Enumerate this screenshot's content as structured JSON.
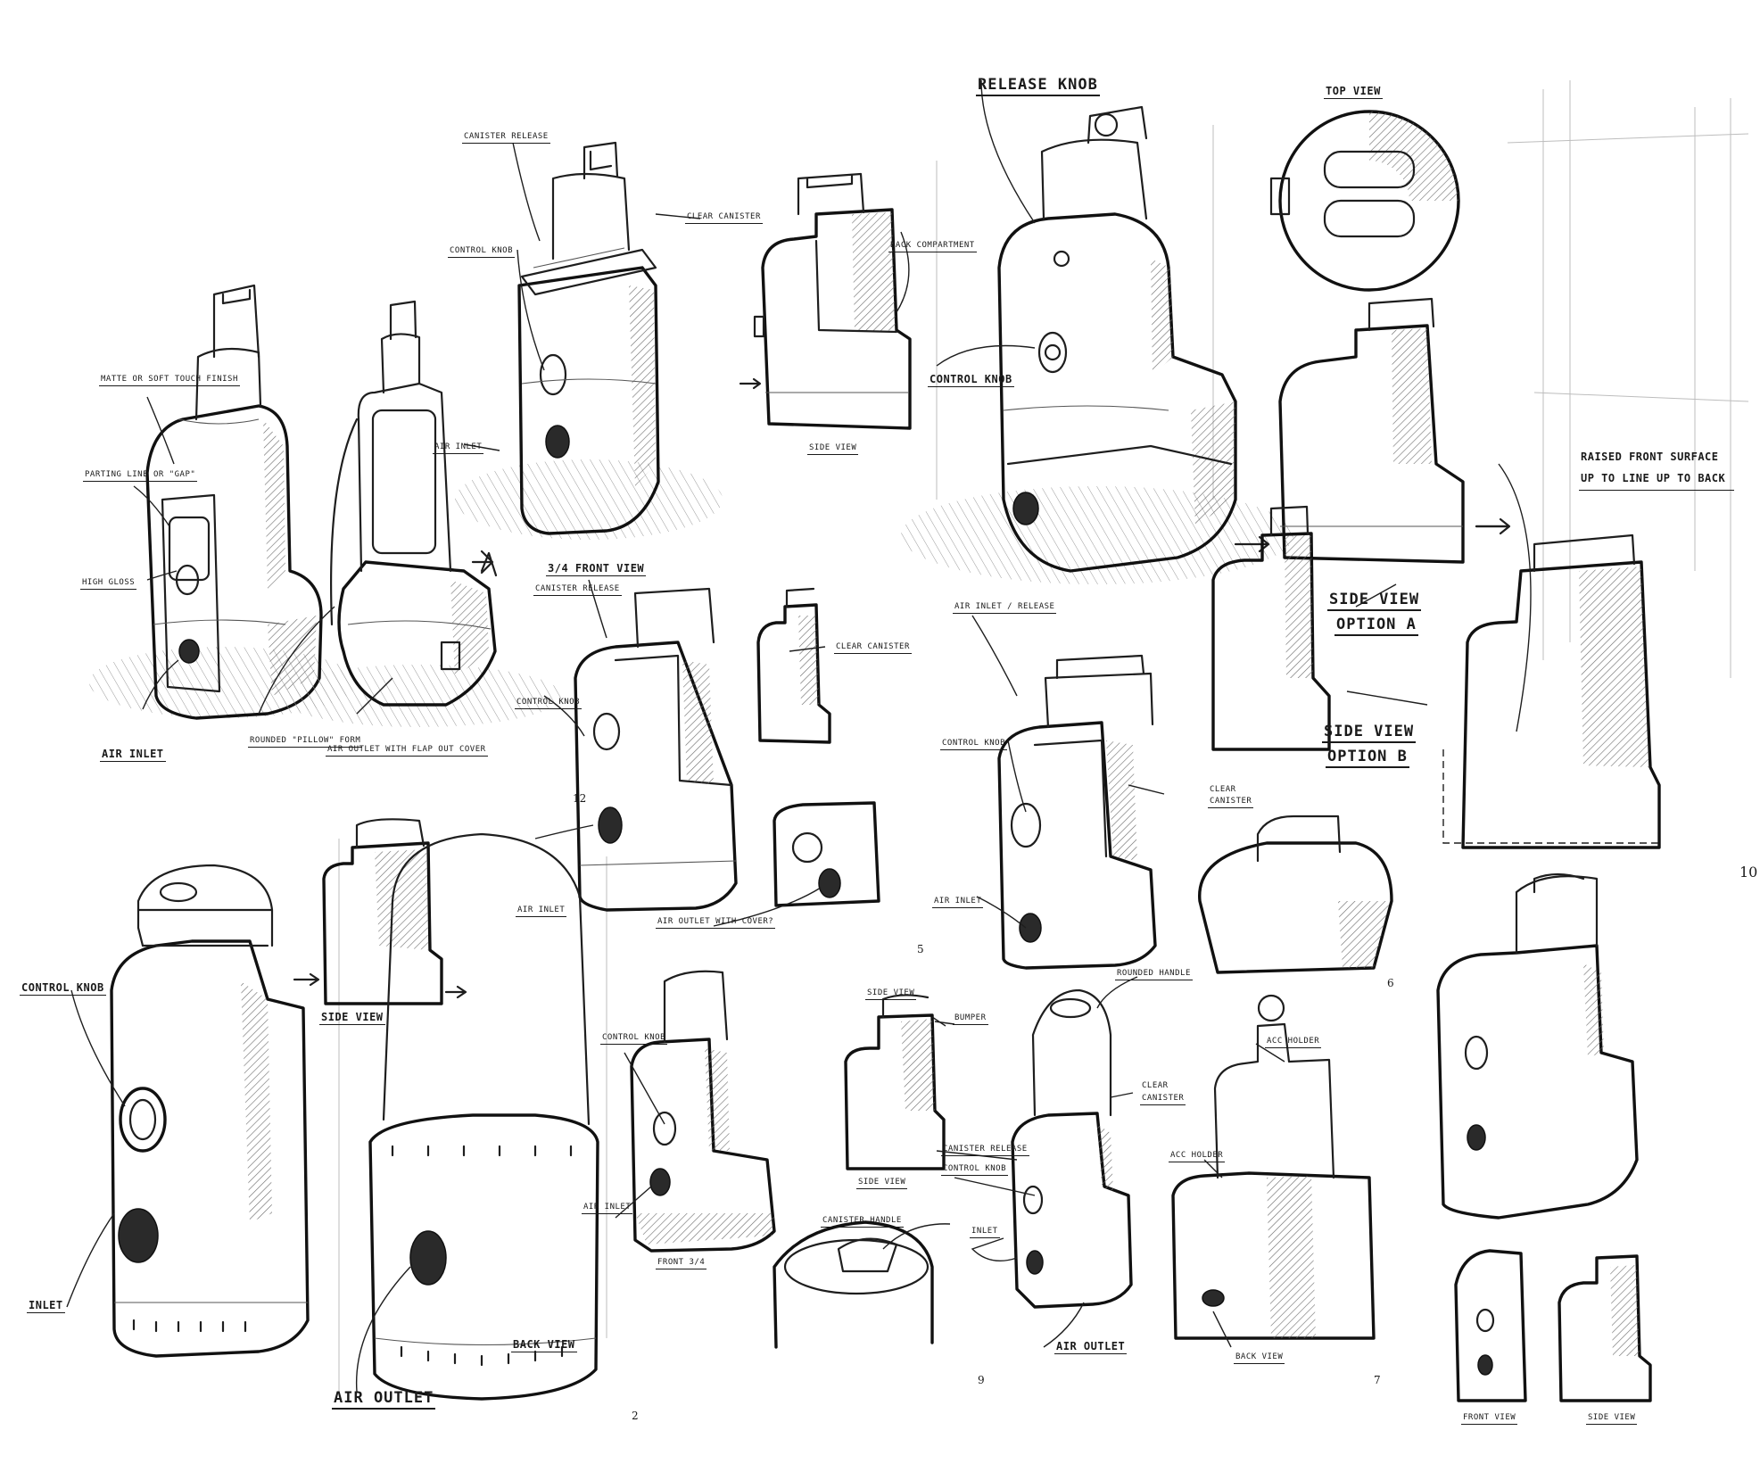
{
  "sheet": {
    "labels": {
      "matte_finish": "Matte or soft touch finish",
      "parting_line": "Parting line or \"gap\"",
      "high_gloss": "High Gloss",
      "air_inlet_1": "Air Inlet",
      "rounded_pillow": "Rounded \"pillow\" form",
      "air_outlet_flap": "Air Outlet with flap out cover",
      "air_inlet_2": "Air Inlet",
      "canister_release_1": "Canister Release",
      "control_knob_1": "Control Knob",
      "clear_canister_1": "Clear Canister",
      "back_compartment": "Back compartment",
      "side_view_1": "Side View",
      "release_knob": "Release Knob",
      "control_knob_2": "Control Knob",
      "air_inlet_release": "Air Inlet / Release",
      "top_view": "Top View",
      "raised_front": "Raised front surface up to line up to back",
      "side_view_option_a_1": "Side View",
      "side_view_option_a_2": "Option A",
      "side_view_option_b_1": "Side View",
      "side_view_option_b_2": "Option B",
      "three_quarter_front": "3/4 Front View",
      "canister_release_2": "Canister release",
      "control_knob_3": "Control Knob",
      "air_inlet_3": "Air Inlet",
      "clear_canister_2": "Clear Canister",
      "air_outlet_cover": "Air outlet with cover?",
      "control_knob_4": "Control Knob",
      "clear_canister_3a": "Clear",
      "clear_canister_3b": "Canister",
      "air_inlet_4": "Air Inlet",
      "control_knob_5": "Control Knob",
      "inlet_1": "Inlet",
      "side_view_2": "Side View",
      "air_outlet_big": "Air Outlet",
      "back_view_1": "Back View",
      "control_knob_6": "Control Knob",
      "air_inlet_5": "Air Inlet",
      "front_three_quarter": "Front 3/4",
      "side_view_3": "Side View",
      "bumper": "Bumper",
      "canister_release_3": "Canister Release",
      "control_knob_7": "Control Knob",
      "side_view_4": "Side View",
      "canister_handle": "Canister Handle",
      "inlet_2": "Inlet",
      "rounded_handle": "Rounded Handle",
      "clear_canister_4a": "Clear",
      "clear_canister_4b": "Canister",
      "acc_holder_1": "Acc Holder",
      "acc_holder_2": "Acc Holder",
      "air_outlet_2": "Air Outlet",
      "back_view_2": "Back View",
      "front_view": "Front View",
      "side_view_5": "Side View"
    },
    "page_numbers": {
      "p2": "2",
      "p5": "5",
      "p6": "6",
      "p7": "7",
      "p9": "9",
      "p10": "10",
      "p12": "12"
    },
    "colors": {
      "ink": "#1e1e1e",
      "paper": "#ffffff",
      "ghost_line": "#bdbdbd"
    }
  }
}
